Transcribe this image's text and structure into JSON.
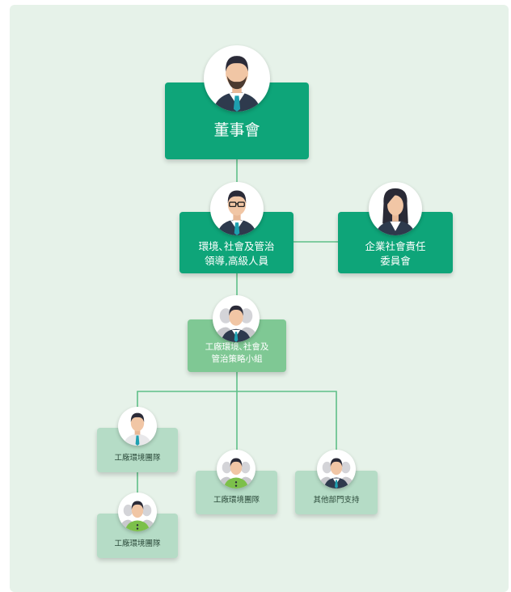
{
  "org_chart": {
    "board": {
      "label": "董事會",
      "avatar_icon": "bearded-man-icon"
    },
    "esg_leadership": {
      "label": "環境､社會及管治\n領導,高級人員",
      "avatar_icon": "man-with-glasses-icon"
    },
    "csr_committee": {
      "label": "企業社會責任\n委員會",
      "avatar_icon": "woman-icon"
    },
    "strategy_group": {
      "label": "工廠環境､社會及\n管治策略小組",
      "avatar_icon": "man-group-icon"
    },
    "team_left": {
      "label": "工廠環境團隊",
      "avatar_icon": "man-icon"
    },
    "team_left_sub": {
      "label": "工廠環境團隊",
      "avatar_icon": "worker-group-icon"
    },
    "team_center": {
      "label": "工廠環境團隊",
      "avatar_icon": "worker-group-icon"
    },
    "other_support": {
      "label": "其他部門支持",
      "avatar_icon": "man-group-icon"
    }
  },
  "colors": {
    "background": "#e6f2e9",
    "level1": "#0ea579",
    "level2": "#7fc894",
    "level3": "#b5dcc6",
    "connector": "#5fbf88"
  }
}
